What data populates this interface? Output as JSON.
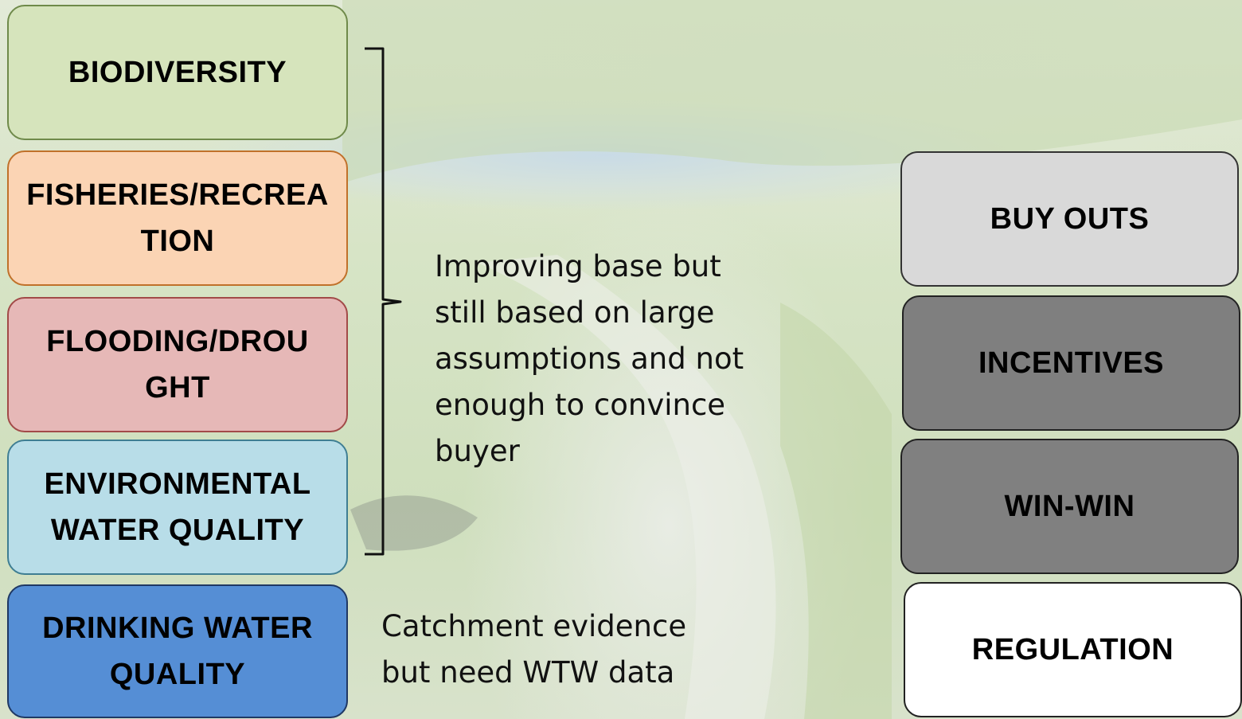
{
  "left_boxes": [
    {
      "lines": [
        "BIODIVERSITY"
      ]
    },
    {
      "lines": [
        "FISHERIES/RECREA",
        "TION"
      ]
    },
    {
      "lines": [
        "FLOODING/DROU",
        "GHT"
      ]
    },
    {
      "lines": [
        "ENVIRONMENTAL",
        "WATER QUALITY"
      ]
    },
    {
      "lines": [
        "DRINKING WATER",
        "QUALITY"
      ]
    }
  ],
  "right_boxes": [
    {
      "label": "BUY OUTS"
    },
    {
      "label": "INCENTIVES"
    },
    {
      "label": "WIN-WIN"
    },
    {
      "label": "REGULATION"
    }
  ],
  "notes": {
    "bracket_note_lines": [
      "Improving base but",
      "still based on large",
      "assumptions and not",
      "enough to convince",
      "buyer"
    ],
    "drinking_note_lines": [
      "Catchment evidence",
      "but need WTW data"
    ]
  },
  "colors": {
    "biodiversity": "#d6e4bc",
    "fisheries": "#fbd4b4",
    "flooding": "#e6b8b7",
    "environmental": "#b8dde8",
    "drinking": "#558ed5",
    "buy_outs": "#d9d9d9",
    "incentives": "#7f7f7f",
    "win_win": "#808080",
    "regulation": "#ffffff"
  }
}
